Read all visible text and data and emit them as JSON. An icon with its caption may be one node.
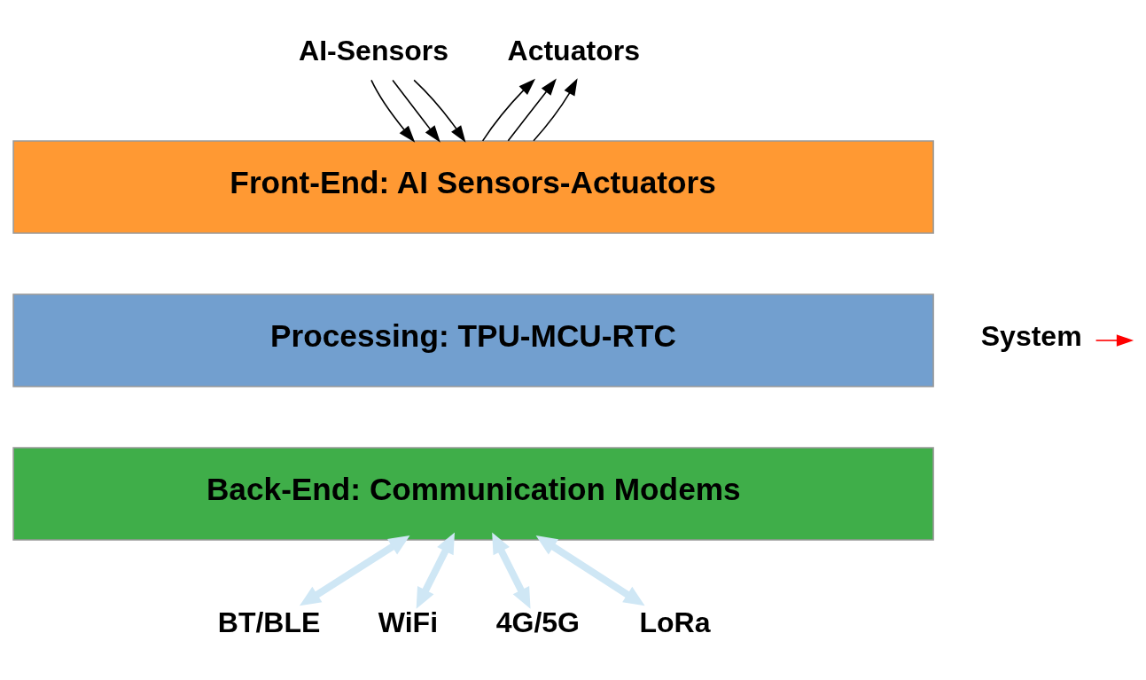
{
  "diagram": {
    "nodes": [
      {
        "text": [
          "AI-Sensors"
        ]
      },
      {
        "text": [
          "Actuators"
        ]
      },
      {
        "text": [
          "System"
        ]
      },
      {
        "text": [
          "Front-End: AI Sensors-Actuators"
        ]
      },
      {
        "text": [
          "Processing: TPU-MCU-RTC"
        ]
      },
      {
        "text": [
          "Back-End: Communication Modems"
        ]
      },
      {
        "text": [
          "BT/BLE"
        ]
      },
      {
        "text": [
          "WiFi"
        ]
      },
      {
        "text": [
          "4G/5G"
        ]
      },
      {
        "text": [
          "LoRa"
        ]
      }
    ],
    "edges": [
      {
        "from": 0,
        "to": 3,
        "arrow": "to"
      },
      {
        "from": 0,
        "to": 3,
        "arrow": "to"
      },
      {
        "from": 0,
        "to": 3,
        "arrow": "to"
      },
      {
        "from": 3,
        "to": 1,
        "arrow": "to"
      },
      {
        "from": 3,
        "to": 1,
        "arrow": "to"
      },
      {
        "from": 3,
        "to": 1,
        "arrow": "to"
      },
      {
        "from": 2,
        "to": null,
        "arrow": "to",
        "color": "#ff0000"
      },
      {
        "from": 5,
        "to": 6,
        "arrow": "both",
        "style": "thick",
        "color": "#cfe7f5"
      },
      {
        "from": 5,
        "to": 7,
        "arrow": "both",
        "style": "thick",
        "color": "#cfe7f5"
      },
      {
        "from": 5,
        "to": 8,
        "arrow": "both",
        "style": "thick",
        "color": "#cfe7f5"
      },
      {
        "from": 5,
        "to": 9,
        "arrow": "both",
        "style": "thick",
        "color": "#cfe7f5"
      }
    ]
  }
}
